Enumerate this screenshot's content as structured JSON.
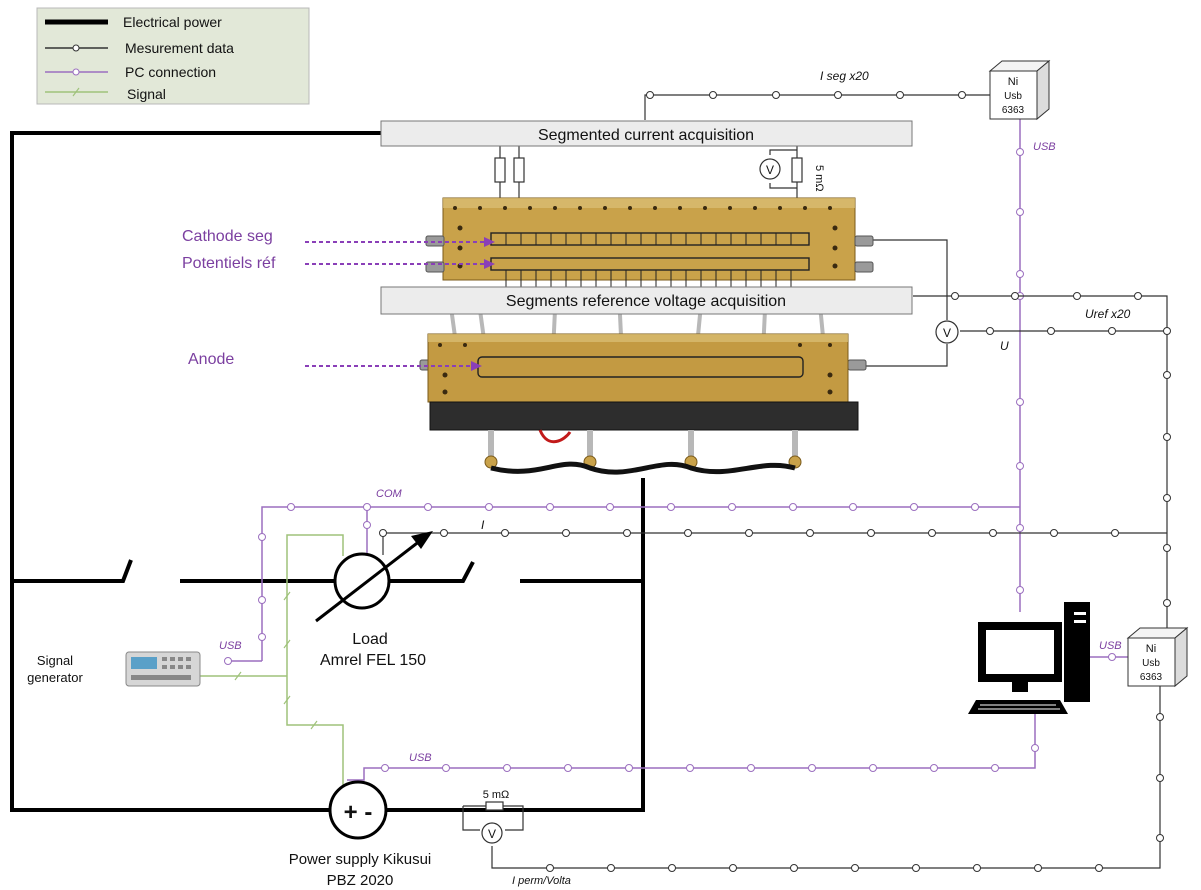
{
  "legend": {
    "items": [
      {
        "label": "Electrical power",
        "kind": "power"
      },
      {
        "label": "Mesurement data",
        "kind": "measure"
      },
      {
        "label": "PC connection",
        "kind": "pc"
      },
      {
        "label": "Signal",
        "kind": "signal"
      }
    ]
  },
  "colors": {
    "power": "#000000",
    "measure": "#333333",
    "pc": "#9b6fbf",
    "signal": "#9fc27a",
    "box_fill": "#ececec",
    "legend_fill": "#e2e8d8",
    "stack_plate": "#c9a24a",
    "arrow": "#8a3fb8"
  },
  "boxes": {
    "seg_current": "Segmented current acquisition",
    "seg_reference": "Segments reference voltage acquisition"
  },
  "daq": {
    "top": {
      "line1": "Ni",
      "line2": "Usb",
      "line3": "6363"
    },
    "bottom": {
      "line1": "Ni",
      "line2": "Usb",
      "line3": "6363"
    }
  },
  "annotations": {
    "cathode": "Cathode seg",
    "potentiels": "Potentiels réf",
    "anode": "Anode"
  },
  "wire_labels": {
    "iseg": "I seg x20",
    "usb_top": "USB",
    "uref": "Uref x20",
    "u": "U",
    "com": "COM",
    "i": "I",
    "usb_siggen": "USB",
    "usb_pc": "USB",
    "usb_psu": "USB",
    "iperm": "I perm/Volta",
    "shunt_top": "5 mΩ",
    "shunt_bottom": "5 mΩ",
    "voltmeter": "V"
  },
  "devices": {
    "load_line1": "Load",
    "load_line2": "Amrel FEL 150",
    "siggen_line1": "Signal",
    "siggen_line2": "generator",
    "psu_line1": "Power supply Kikusui",
    "psu_line2": "PBZ 2020",
    "psu_symbol": "+ -"
  }
}
